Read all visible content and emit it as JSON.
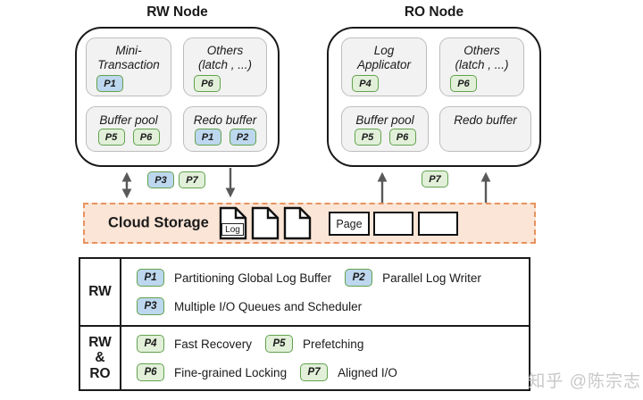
{
  "colors": {
    "badge_blue_fill": "#BDD7EE",
    "badge_green_fill": "#E2F0D9",
    "badge_border": "#61A24E",
    "box_fill": "#F2F2F2",
    "box_border": "#BDBDBD",
    "node_border": "#1A1A1A",
    "cloud_fill": "#FBE5D6",
    "cloud_border": "#E8935F",
    "arrow": "#595959"
  },
  "rw_node": {
    "title": "RW Node",
    "boxes": [
      {
        "label": "Mini-\nTransaction",
        "badges": [
          {
            "text": "P1",
            "color": "blue"
          }
        ]
      },
      {
        "label": "Others\n(latch , ...)",
        "badges": [
          {
            "text": "P6",
            "color": "green"
          }
        ]
      },
      {
        "label": "Buffer pool",
        "badges": [
          {
            "text": "P5",
            "color": "green"
          },
          {
            "text": "P6",
            "color": "green"
          }
        ]
      },
      {
        "label": "Redo buffer",
        "badges": [
          {
            "text": "P1",
            "color": "blue"
          },
          {
            "text": "P2",
            "color": "blue"
          }
        ]
      }
    ]
  },
  "ro_node": {
    "title": "RO Node",
    "boxes": [
      {
        "label": "Log\nApplicator",
        "badges": [
          {
            "text": "P4",
            "color": "green"
          }
        ]
      },
      {
        "label": "Others\n(latch , ...)",
        "badges": [
          {
            "text": "P6",
            "color": "green"
          }
        ]
      },
      {
        "label": "Buffer pool",
        "badges": [
          {
            "text": "P5",
            "color": "green"
          },
          {
            "text": "P6",
            "color": "green"
          }
        ]
      },
      {
        "label": "Redo buffer",
        "badges": []
      }
    ]
  },
  "channel_badges": {
    "rw": [
      {
        "text": "P3",
        "color": "blue"
      },
      {
        "text": "P7",
        "color": "green"
      }
    ],
    "ro": [
      {
        "text": "P7",
        "color": "green"
      }
    ]
  },
  "cloud_storage": {
    "label": "Cloud Storage",
    "log_file_label": "Log",
    "page_block_label": "Page"
  },
  "legend": {
    "rows": [
      {
        "scope": "RW",
        "lines": [
          [
            {
              "badge": "P1",
              "color": "blue",
              "text": "Partitioning Global Log Buffer"
            },
            {
              "badge": "P2",
              "color": "blue",
              "text": "Parallel Log Writer"
            }
          ],
          [
            {
              "badge": "P3",
              "color": "blue",
              "text": "Multiple I/O Queues and Scheduler"
            }
          ]
        ]
      },
      {
        "scope": "RW\n&\nRO",
        "lines": [
          [
            {
              "badge": "P4",
              "color": "green",
              "text": "Fast Recovery"
            },
            {
              "badge": "P5",
              "color": "green",
              "text": "Prefetching"
            }
          ],
          [
            {
              "badge": "P6",
              "color": "green",
              "text": "Fine-grained Locking"
            },
            {
              "badge": "P7",
              "color": "green",
              "text": "Aligned I/O"
            }
          ]
        ]
      }
    ]
  },
  "watermark": "知乎 @陈宗志"
}
